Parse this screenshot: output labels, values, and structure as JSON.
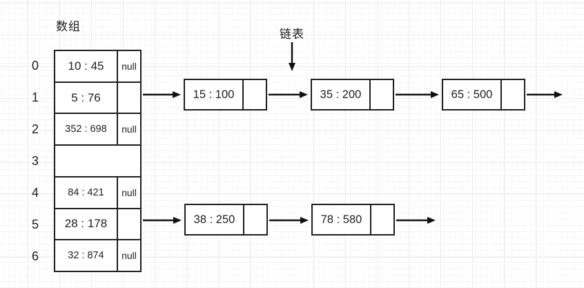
{
  "labels": {
    "array_title": "数组",
    "linked_list_title": "链表"
  },
  "array": {
    "rows": [
      {
        "index": "0",
        "value": "10 : 45",
        "pointer": "null"
      },
      {
        "index": "1",
        "value": "5 : 76",
        "pointer": ""
      },
      {
        "index": "2",
        "value": "352 : 698",
        "pointer": "null"
      },
      {
        "index": "3",
        "value": "",
        "pointer": ""
      },
      {
        "index": "4",
        "value": "84 : 421",
        "pointer": "null"
      },
      {
        "index": "5",
        "value": "28 : 178",
        "pointer": ""
      },
      {
        "index": "6",
        "value": "32 : 874",
        "pointer": "null"
      }
    ]
  },
  "lists": {
    "bucket1": {
      "nodes": [
        {
          "label": "15 : 100"
        },
        {
          "label": "35 : 200"
        },
        {
          "label": "65 : 500"
        }
      ]
    },
    "bucket5": {
      "nodes": [
        {
          "label": "38 : 250"
        },
        {
          "label": "78 : 580"
        }
      ]
    }
  },
  "colors": {
    "stroke": "#1d1d1d",
    "grid_line": "#ebebeb",
    "background": "#ffffff"
  }
}
